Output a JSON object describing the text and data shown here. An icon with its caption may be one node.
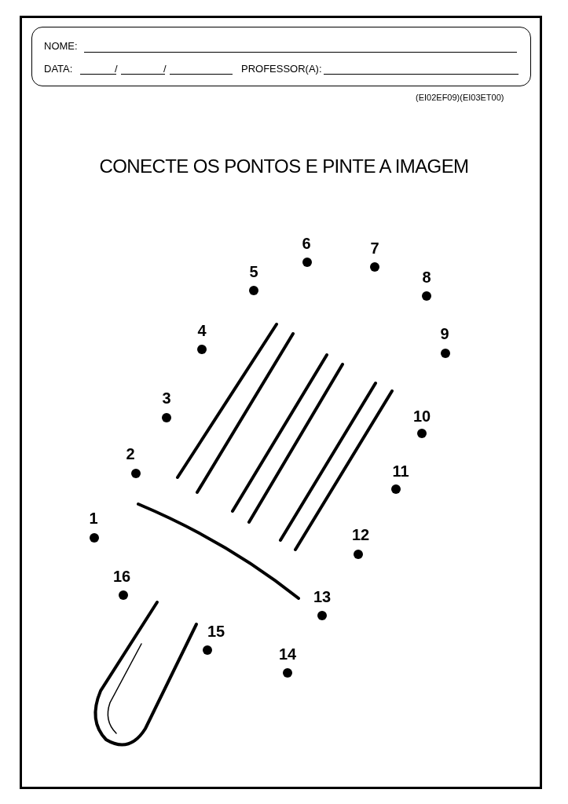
{
  "diagram": {
    "title": "CONECTE OS PONTOS E PINTE A IMAGEM",
    "labels": [
      "NOME:",
      "DATA:",
      "/",
      "/",
      "PROFESSOR(A):",
      "(EI02EF09)(EI03ET00)",
      "1",
      "2",
      "3",
      "4",
      "5",
      "6",
      "7",
      "8",
      "9",
      "10",
      "11",
      "12",
      "13",
      "14",
      "15",
      "16"
    ]
  }
}
